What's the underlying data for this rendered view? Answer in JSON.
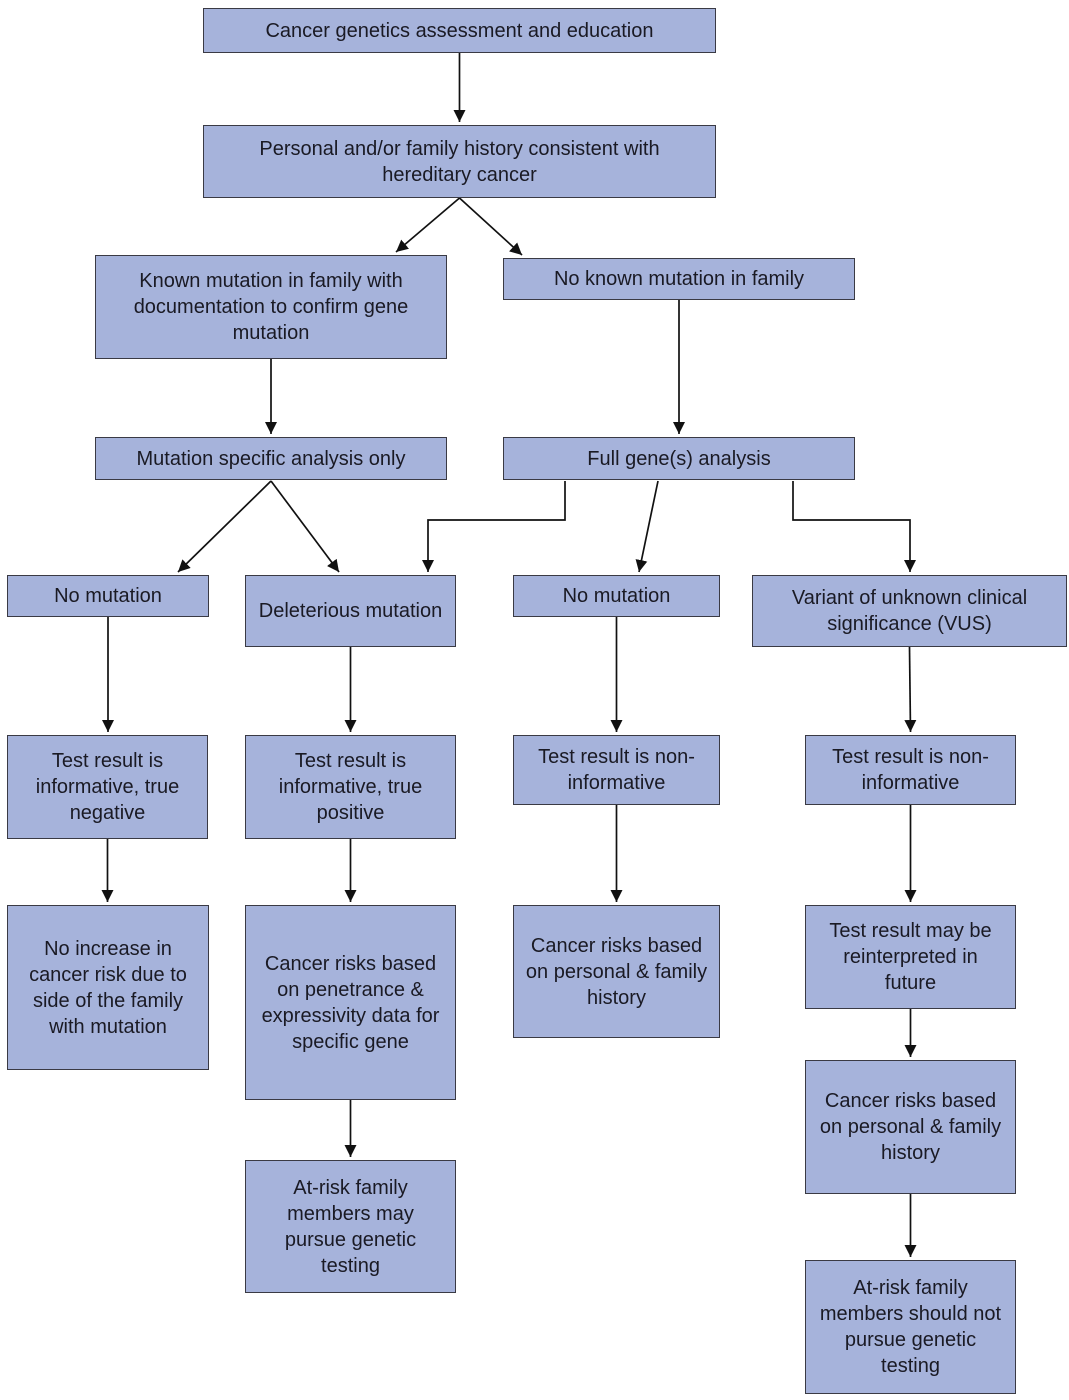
{
  "diagram": {
    "nodes": {
      "assessment": {
        "label": "Cancer genetics assessment and education"
      },
      "history": {
        "label": "Personal and/or family history consistent with hereditary cancer"
      },
      "known_mutation": {
        "label": "Known mutation in family with documentation to confirm gene mutation"
      },
      "no_known_mutation": {
        "label": "No known mutation in family"
      },
      "mutation_specific": {
        "label": "Mutation specific analysis only"
      },
      "full_gene": {
        "label": "Full gene(s) analysis"
      },
      "no_mutation_left": {
        "label": "No mutation"
      },
      "deleterious": {
        "label": "Deleterious mutation"
      },
      "no_mutation_right": {
        "label": "No mutation"
      },
      "vus": {
        "label": "Variant of unknown clinical significance (VUS)"
      },
      "true_negative": {
        "label": "Test result is informative, true negative"
      },
      "true_positive": {
        "label": "Test result is informative, true positive"
      },
      "non_informative_mid": {
        "label": "Test result is non-informative"
      },
      "non_informative_right": {
        "label": "Test result is non-informative"
      },
      "no_increase": {
        "label": "No increase in cancer risk due to side of the family with mutation"
      },
      "risks_penetrance": {
        "label": "Cancer risks based on penetrance & expressivity data for specific gene"
      },
      "risks_personal_mid": {
        "label": "Cancer risks based on personal & family history"
      },
      "reinterpreted": {
        "label": "Test result may be reinterpreted in future"
      },
      "at_risk_may": {
        "label": "At-risk family members may pursue genetic testing"
      },
      "risks_personal_right": {
        "label": "Cancer risks based on personal & family history"
      },
      "at_risk_should_not": {
        "label": "At-risk family members should not pursue genetic testing"
      }
    },
    "colors": {
      "node_fill": "#a6b3db",
      "node_border": "#3a3a44",
      "arrow": "#111111",
      "text": "#1a1a24",
      "background": "#ffffff"
    }
  }
}
